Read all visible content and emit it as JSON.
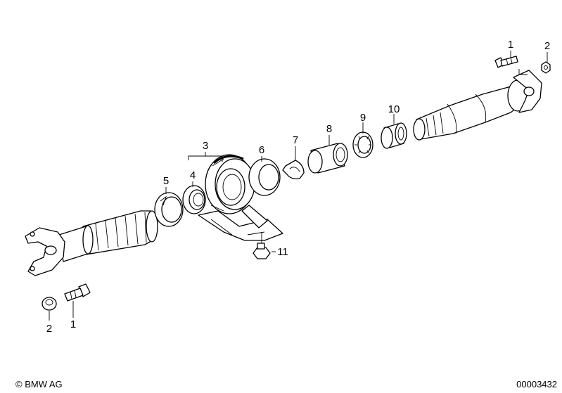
{
  "callouts": {
    "c1_top": "1",
    "c2_top": "2",
    "c3": "3",
    "c4": "4",
    "c5": "5",
    "c6": "6",
    "c7": "7",
    "c8": "8",
    "c9": "9",
    "c10": "10",
    "c11": "11",
    "c2_bottom": "2",
    "c1_bottom": "1"
  },
  "footer": {
    "copyright": "© BMW AG",
    "drawing_number": "00003432"
  }
}
